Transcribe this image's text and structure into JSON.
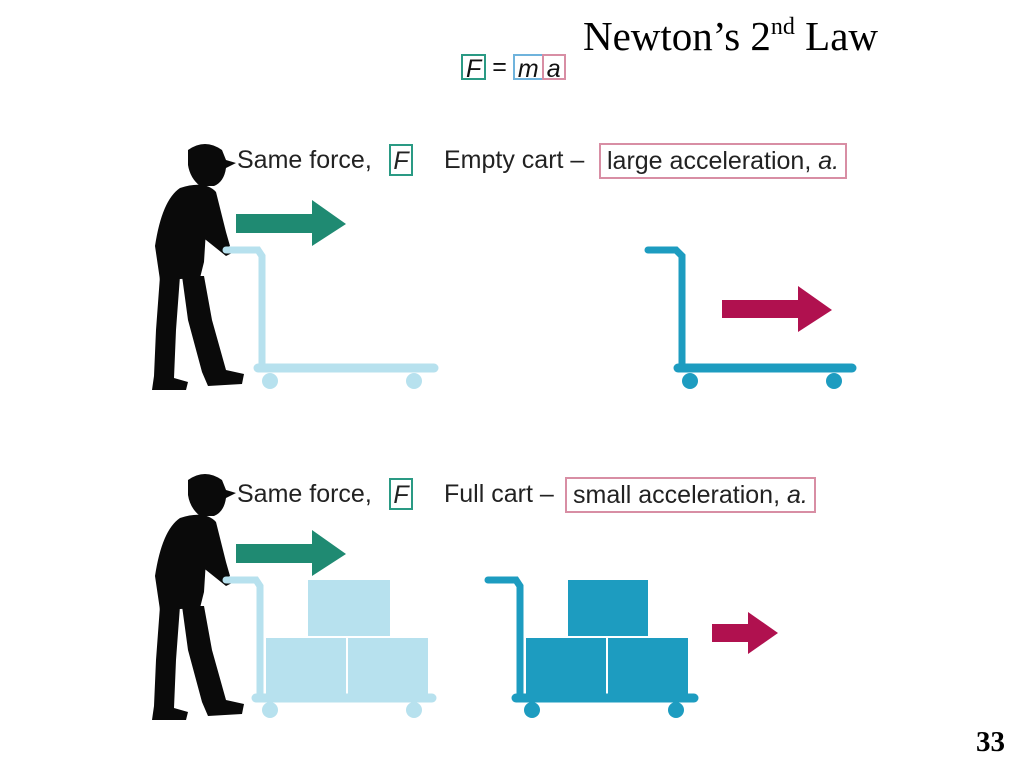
{
  "title": {
    "main": "Newton’s 2",
    "superscript": "nd",
    "tail": " Law"
  },
  "slide_number": "33",
  "formula": {
    "force": "F",
    "equals": "=",
    "mass": "m",
    "acceleration": "a"
  },
  "top_panel": {
    "force_label": "Same force,",
    "force_symbol": "F",
    "cart_label": "Empty cart –",
    "accel_label": "large acceleration,",
    "accel_symbol": "a."
  },
  "bottom_panel": {
    "force_label": "Same force,",
    "force_symbol": "F",
    "cart_label": "Full cart –",
    "accel_label": "small acceleration,",
    "accel_symbol": "a."
  },
  "colors": {
    "force_arrow": "#1f8a72",
    "accel_arrow": "#b0114f",
    "pushed_cart": "#b7e1ee",
    "moving_cart": "#1d9cc0",
    "silhouette": "#0a0a0a"
  }
}
